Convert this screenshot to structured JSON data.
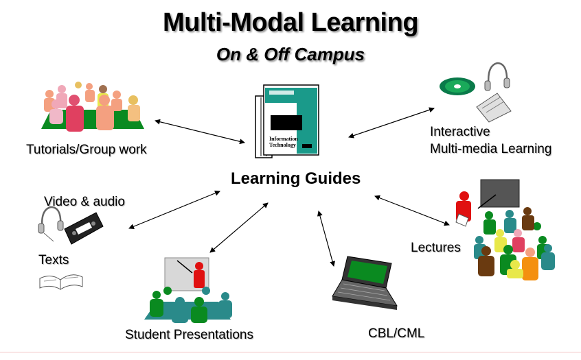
{
  "title": "Multi-Modal Learning",
  "subtitle": "On & Off Campus",
  "center": {
    "label": "Learning Guides"
  },
  "nodes": {
    "tutorials": "Tutorials/Group work",
    "interactive_line1": "Interactive",
    "interactive_line2": "Multi-media  Learning",
    "video_audio": "Video & audio",
    "texts": "Texts",
    "lectures": "Lectures",
    "student_presentations": "Student Presentations",
    "cbl_cml": "CBL/CML"
  },
  "book_cover": {
    "line1": "Information",
    "line2": "Technology"
  },
  "colors": {
    "teal": "#1a9a8a",
    "red": "#e01010",
    "green": "#0a8a20",
    "pink": "#f0a8b8",
    "salmon": "#f4a080",
    "brown": "#6a3a10",
    "yellow": "#e8e84a",
    "orange": "#f49010"
  }
}
